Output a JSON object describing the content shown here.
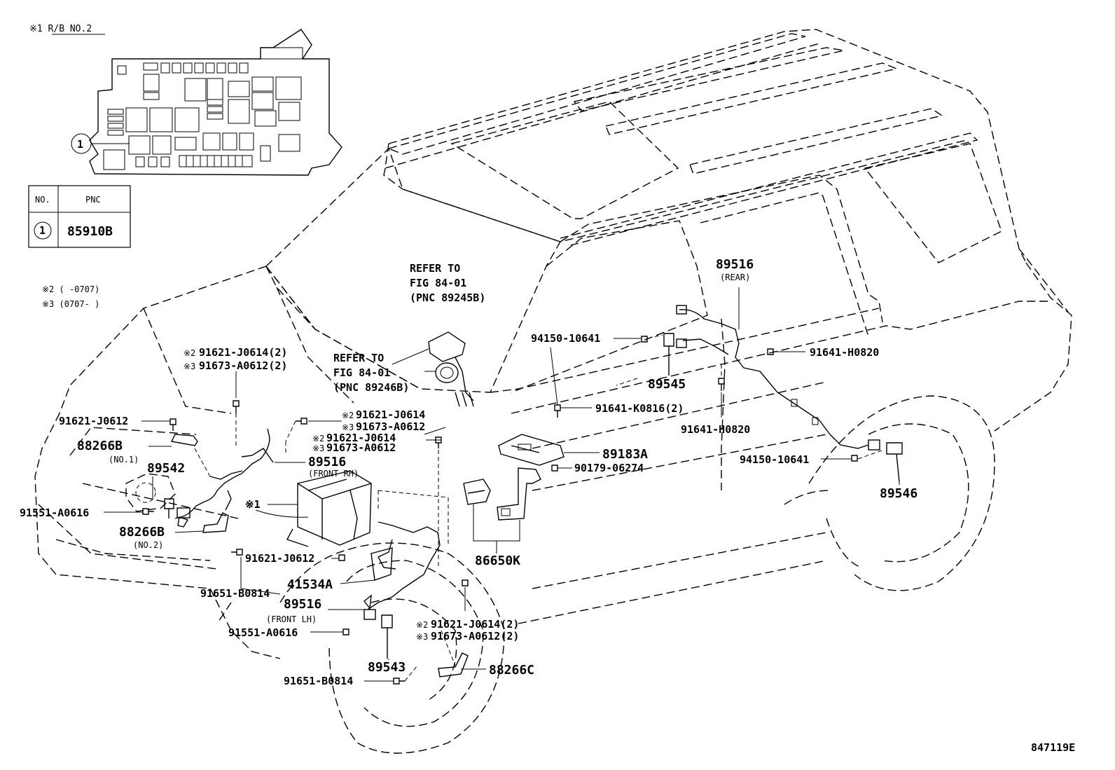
{
  "header": {
    "relay_block_ref": "※1 R/B NO.2",
    "note2": "※2 (    -0707)",
    "note3": "※3 (0707-    )",
    "drawing_id": "847119E"
  },
  "pnc_table": {
    "col_no": "NO.",
    "col_pnc": "PNC",
    "rows": [
      {
        "no": "1",
        "pnc": "85910B"
      }
    ]
  },
  "relay_callout": "1",
  "refer1": {
    "l1": "REFER TO",
    "l2": "FIG 84-01",
    "l3": "(PNC 89245B)"
  },
  "refer2": {
    "l1": "REFER TO",
    "l2": "FIG 84-01",
    "l3": "(PNC 89246B)"
  },
  "parts": {
    "p91621_j0614_2_top": "91621-J0614(2)",
    "p91673_a0612_2_top": "91673-A0612(2)",
    "p91621_j0612_left": "91621-J0612",
    "p88266b_no1": "88266B",
    "no1": "(NO.1)",
    "p89542": "89542",
    "p91551_a0616_left": "91551-A0616",
    "p88266b_no2": "88266B",
    "no2": "(NO.2)",
    "p91621_j0614_mid1": "91621-J0614",
    "p91673_a0612_mid1": "91673-A0612",
    "p91621_j0614_mid2": "91621-J0614",
    "p91673_a0612_mid2": "91673-A0612",
    "p89516_rh": "89516",
    "front_rh": "(FRONT RH)",
    "mark1": "※1",
    "p91621_j0612_mid": "91621-J0612",
    "p91651_b0814_left": "91651-B0814",
    "p41534a": "41534A",
    "p89516_lh": "89516",
    "front_lh": "(FRONT LH)",
    "p91551_a0616_low": "91551-A0616",
    "p89543": "89543",
    "p91651_b0814_low": "91651-B0814",
    "p91621_j0614_2_low": "91621-J0614(2)",
    "p91673_a0612_2_low": "91673-A0612(2)",
    "p88266c": "88266C",
    "p86650k": "86650K",
    "p89183a": "89183A",
    "p90179_06274": "90179-06274",
    "p91641_k0816_2": "91641-K0816(2)",
    "p94150_10641_top": "94150-10641",
    "p89545": "89545",
    "p89516_rear": "89516",
    "rear": "(REAR)",
    "p91641_h0820_right": "91641-H0820",
    "p91641_h0820_mid": "91641-H0820",
    "p94150_10641_low": "94150-10641",
    "p89546": "89546"
  }
}
